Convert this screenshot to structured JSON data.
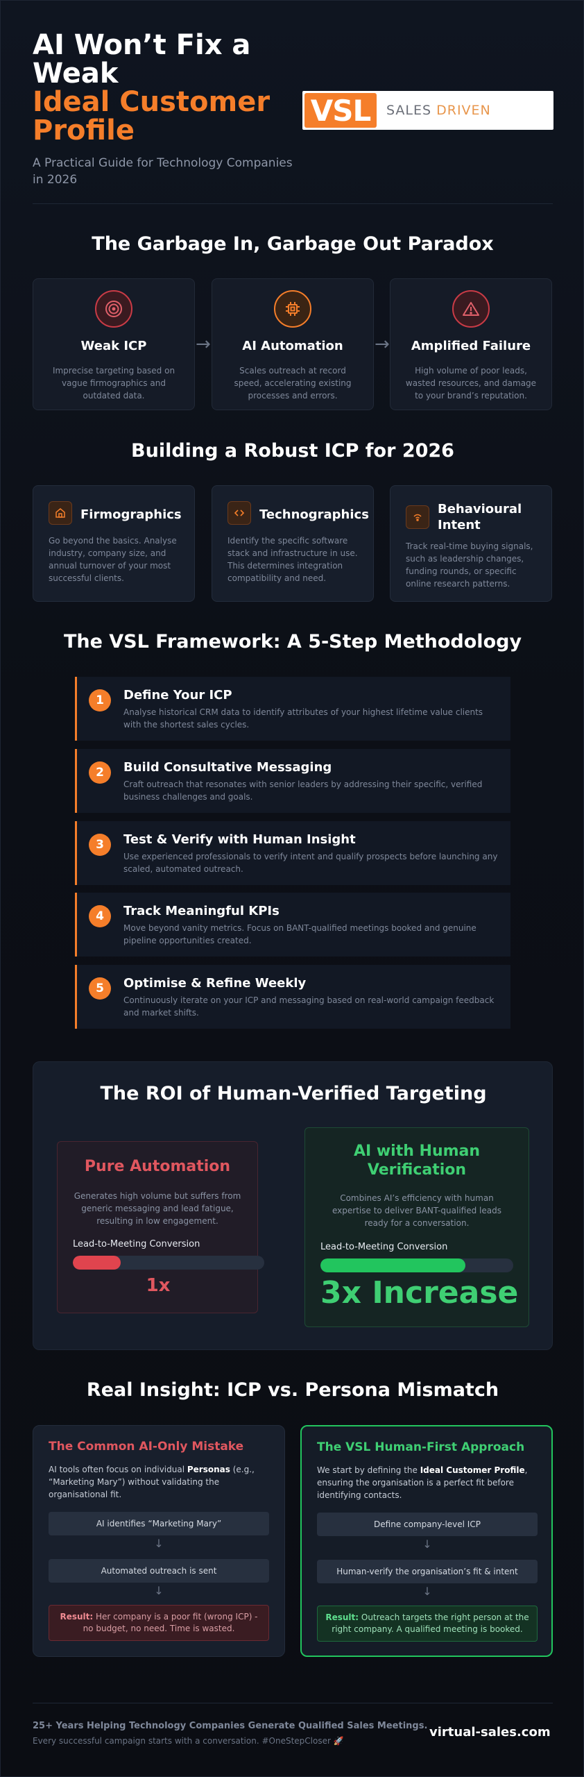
{
  "header": {
    "title_line1": "AI Won’t Fix a",
    "title_line2": "Weak",
    "title_line3": "Ideal Customer",
    "title_line4": "Profile",
    "subtitle_line1": "A Practical Guide for Technology Companies",
    "subtitle_line2": "in 2026",
    "logo_mark": "VSL",
    "logo_word1": "SALES",
    "logo_word2": "DRIVEN"
  },
  "paradox": {
    "title": "The Garbage In, Garbage Out Paradox",
    "cards": [
      {
        "icon": "target-icon",
        "title": "Weak ICP",
        "body": "Imprecise targeting based on vague firmographics and outdated data."
      },
      {
        "icon": "chip-icon",
        "title": "AI Automation",
        "body": "Scales outreach at record speed, accelerating existing processes and errors."
      },
      {
        "icon": "warning-icon",
        "title": "Amplified Failure",
        "body": "High volume of poor leads, wasted resources, and damage to your brand’s reputation."
      }
    ],
    "arrow": "→"
  },
  "icp": {
    "title": "Building a Robust ICP for 2026",
    "cards": [
      {
        "icon": "building-icon",
        "title": "Firmographics",
        "body": "Go beyond the basics. Analyse industry, company size, and annual turnover of your most successful clients."
      },
      {
        "icon": "code-icon",
        "title": "Technographics",
        "body": "Identify the specific software stack and infrastructure in use. This determines integration compatibility and need."
      },
      {
        "icon": "signal-icon",
        "title": "Behavioural Intent",
        "body": "Track real-time buying signals, such as leadership changes, funding rounds, or specific online research patterns."
      }
    ]
  },
  "framework": {
    "title": "The VSL Framework: A 5-Step Methodology",
    "steps": [
      {
        "num": "1",
        "title": "Define Your ICP",
        "body": "Analyse historical CRM data to identify attributes of your highest lifetime value clients with the shortest sales cycles."
      },
      {
        "num": "2",
        "title": "Build Consultative Messaging",
        "body": "Craft outreach that resonates with senior leaders by addressing their specific, verified business challenges and goals."
      },
      {
        "num": "3",
        "title": "Test & Verify with Human Insight",
        "body": "Use experienced professionals to verify intent and qualify prospects before launching any scaled, automated outreach."
      },
      {
        "num": "4",
        "title": "Track Meaningful KPIs",
        "body": "Move beyond vanity metrics. Focus on BANT-qualified meetings booked and genuine pipeline opportunities created."
      },
      {
        "num": "5",
        "title": "Optimise & Refine Weekly",
        "body": "Continuously iterate on your ICP and messaging based on real-world campaign feedback and market shifts."
      }
    ]
  },
  "roi": {
    "title": "The ROI of Human-Verified Targeting",
    "bad": {
      "title": "Pure Automation",
      "desc": "Generates high volume but suffers from generic messaging and lead fatigue, resulting in low engagement.",
      "label": "Lead-to-Meeting Conversion",
      "fill": 0.25,
      "value": "1x",
      "color": "#e0444e"
    },
    "good": {
      "title_line1": "AI with Human",
      "title_line2": "Verification",
      "desc": "Combines AI’s efficiency with human expertise to deliver BANT-qualified leads ready for a conversation.",
      "label": "Lead-to-Meeting Conversion",
      "fill": 0.75,
      "value": "3x Increase",
      "color": "#22c55e"
    }
  },
  "insight": {
    "title": "Real Insight: ICP vs. Persona Mismatch",
    "bad": {
      "title": "The Common AI-Only Mistake",
      "body_pre": "AI tools often focus on individual ",
      "body_bold": "Personas",
      "body_post": " (e.g., “Marketing Mary”) without validating the organisational fit.",
      "step1": "AI identifies “Marketing Mary”",
      "step2": "Automated outreach is sent",
      "result_label": "Result:",
      "result_text": " Her company is a poor fit (wrong ICP) - no budget, no need. Time is wasted."
    },
    "good": {
      "title": "The VSL Human-First Approach",
      "body_pre": "We start by defining the ",
      "body_bold": "Ideal Customer Profile",
      "body_post": ", ensuring the organisation is a perfect fit before identifying contacts.",
      "step1": "Define company-level ICP",
      "step2": "Human-verify the organisation’s fit & intent",
      "result_label": "Result:",
      "result_text": " Outreach targets the right person at the right company. A qualified meeting is booked."
    },
    "down_arrow": "↓"
  },
  "footer": {
    "line1": "25+ Years Helping Technology Companies Generate Qualified Sales Meetings.",
    "line2": "Every successful campaign starts with a conversation. #OneStepCloser 🚀",
    "site": "virtual-sales.com"
  }
}
